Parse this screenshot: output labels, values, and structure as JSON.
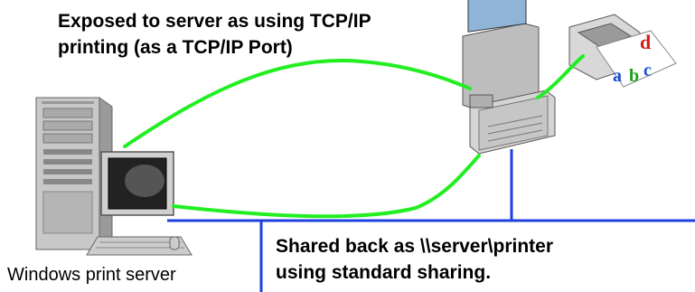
{
  "labels": {
    "top_line1": "Exposed to server as using TCP/IP",
    "top_line2": "printing (as a TCP/IP Port)",
    "bottom_line1": "Shared back as \\\\server\\printer",
    "bottom_line2": "using standard sharing.",
    "server_caption": "Windows print server"
  },
  "colors": {
    "link_green": "#22ee22",
    "network_blue": "#1f3fe0"
  },
  "icons": {
    "server": "tower-pc-icon",
    "client": "desktop-pc-icon",
    "printer": "printer-icon"
  }
}
